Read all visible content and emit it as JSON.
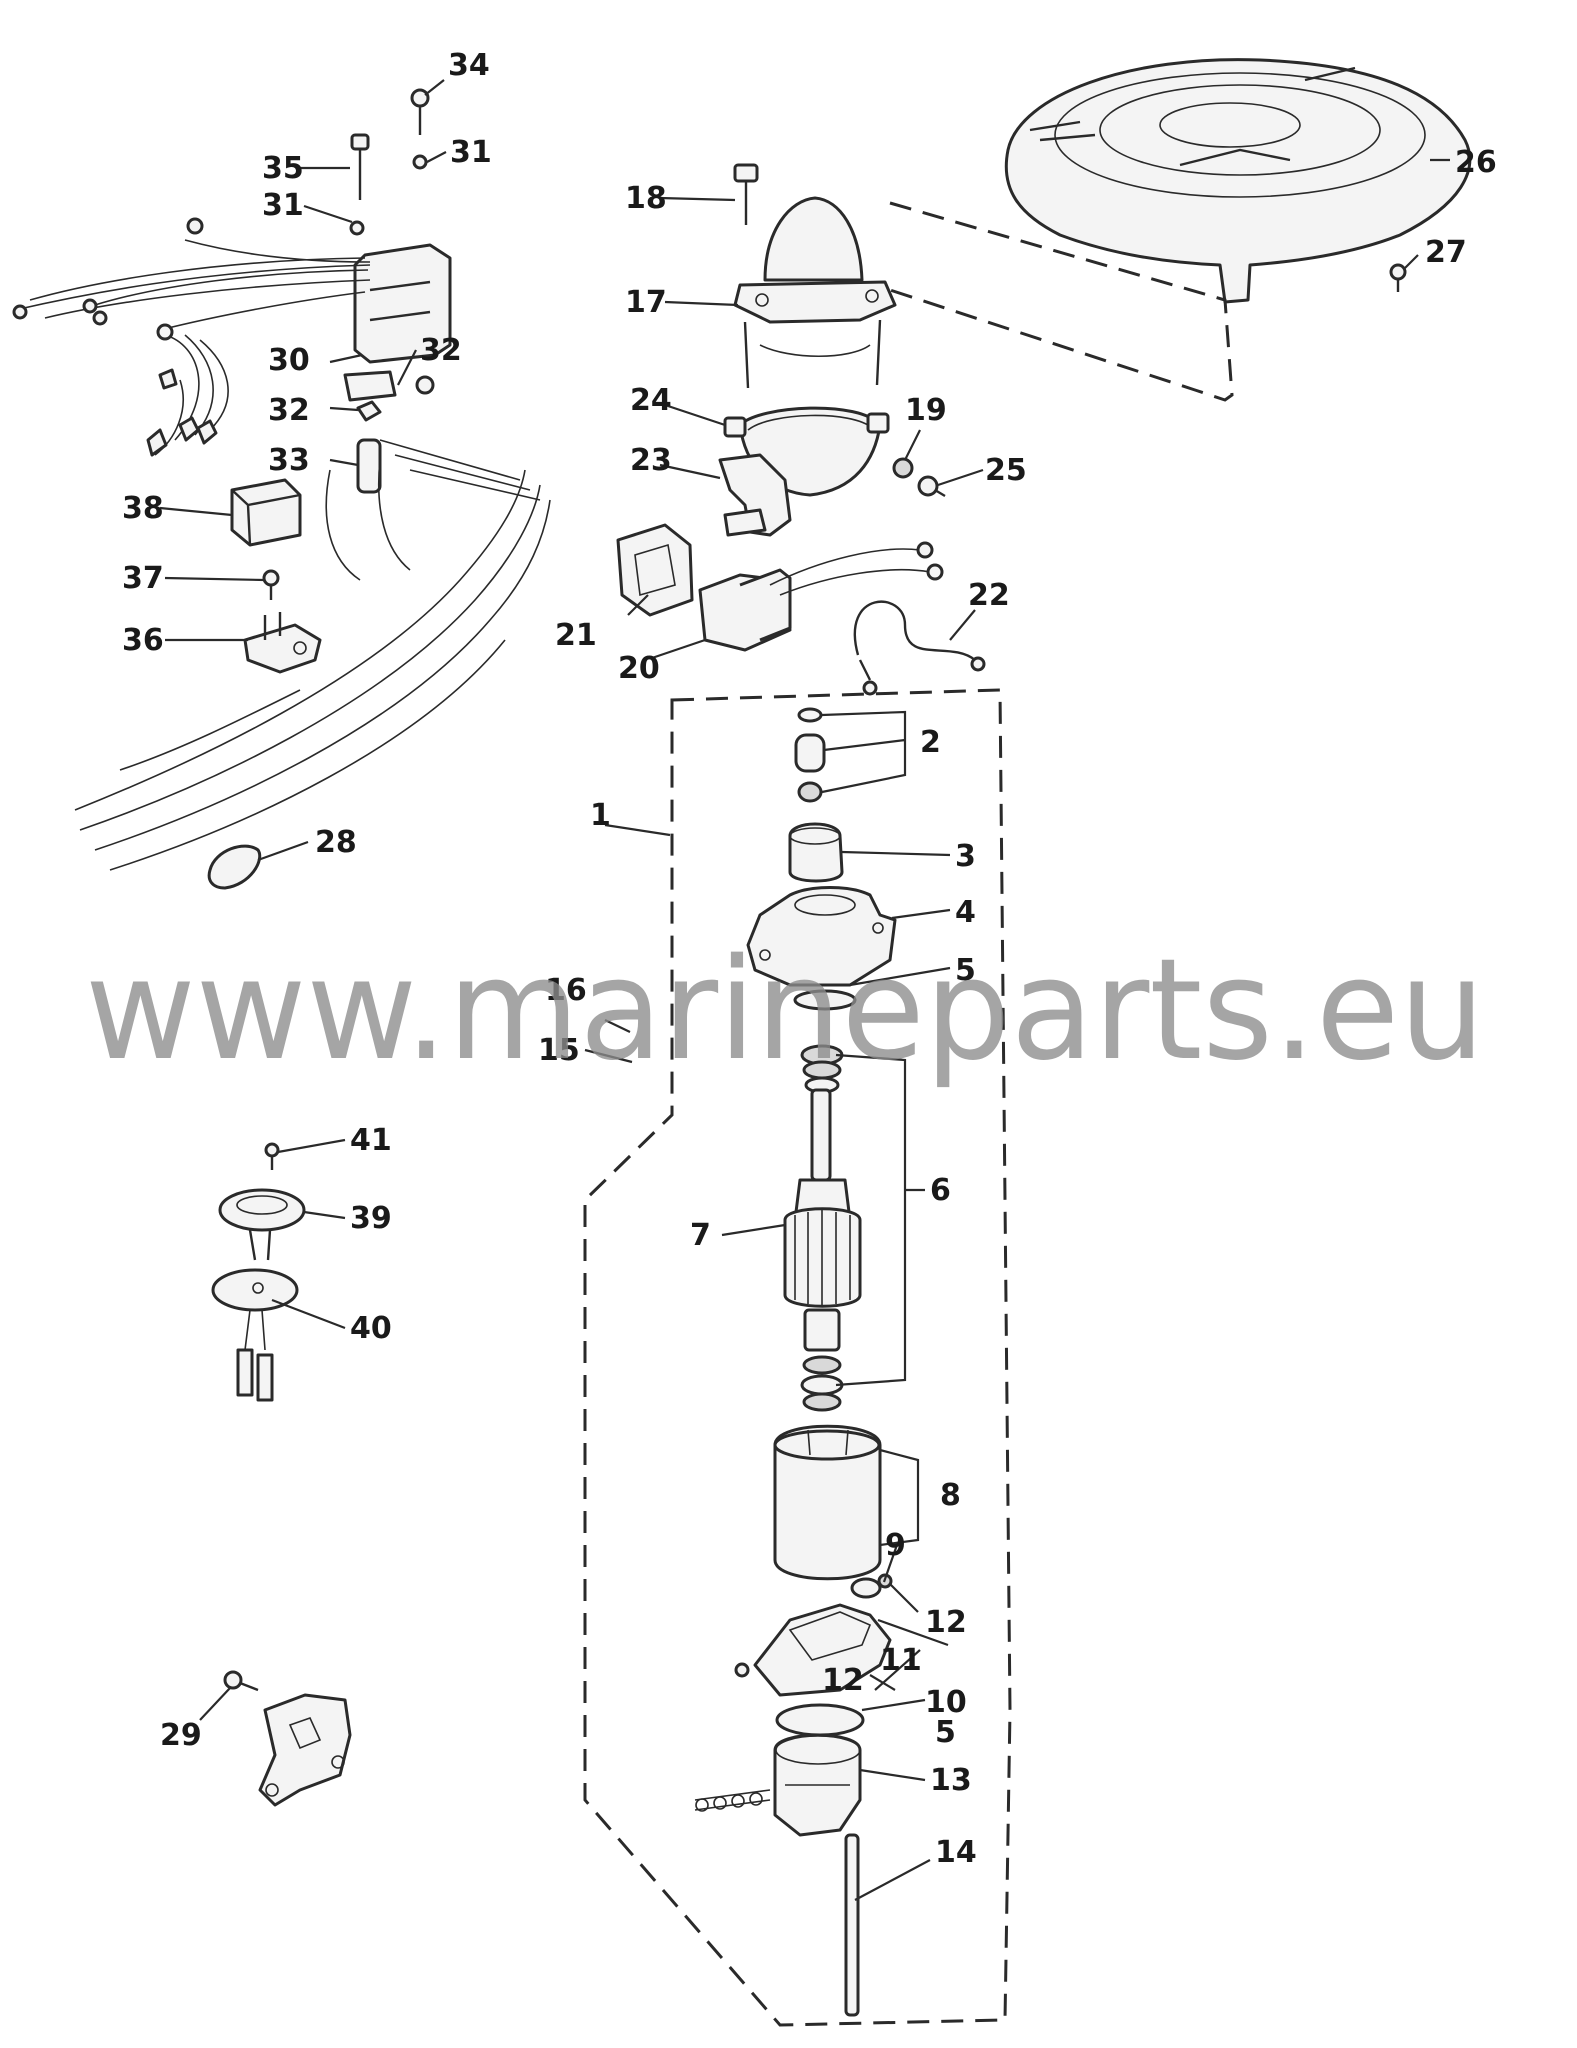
{
  "callouts": {
    "c1": "1",
    "c2": "2",
    "c3": "3",
    "c4": "4",
    "c5a": "5",
    "c5b": "5",
    "c6": "6",
    "c7": "7",
    "c8": "8",
    "c9": "9",
    "c10": "10",
    "c11": "11",
    "c12a": "12",
    "c12b": "12",
    "c13": "13",
    "c14": "14",
    "c15": "15",
    "c16": "16",
    "c17": "17",
    "c18": "18",
    "c19": "19",
    "c20": "20",
    "c21": "21",
    "c22": "22",
    "c23": "23",
    "c24": "24",
    "c25": "25",
    "c26": "26",
    "c27": "27",
    "c28": "28",
    "c29": "29",
    "c30": "30",
    "c31a": "31",
    "c31b": "31",
    "c32a": "32",
    "c32b": "32",
    "c33": "33",
    "c34": "34",
    "c35": "35",
    "c36": "36",
    "c37": "37",
    "c38": "38",
    "c39": "39",
    "c40": "40",
    "c41": "41"
  },
  "watermark": "www.marineparts.eu",
  "colors": {
    "ink": "#2a2a2a",
    "paper": "#ffffff",
    "watermark": "#8c8c8c"
  }
}
